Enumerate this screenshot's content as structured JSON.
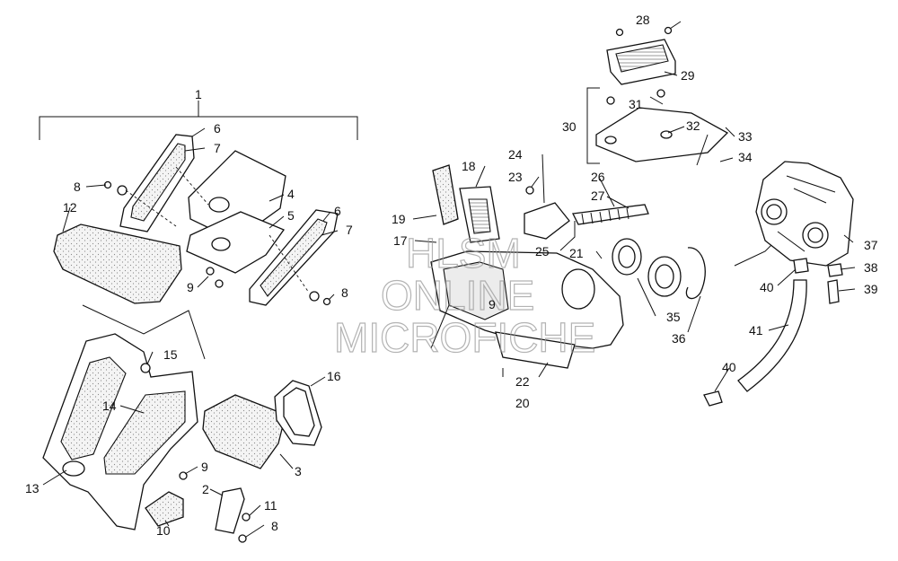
{
  "watermark": {
    "line1": "HLSM",
    "line2": "ONLINE",
    "line3": "MICROFICHE"
  },
  "callouts": [
    "1",
    "2",
    "3",
    "4",
    "5",
    "6",
    "6",
    "7",
    "7",
    "8",
    "8",
    "8",
    "9",
    "9",
    "9",
    "10",
    "11",
    "12",
    "13",
    "14",
    "15",
    "16",
    "17",
    "18",
    "19",
    "20",
    "21",
    "22",
    "23",
    "24",
    "25",
    "26",
    "27",
    "28",
    "29",
    "30",
    "31",
    "32",
    "33",
    "34",
    "35",
    "36",
    "37",
    "38",
    "39",
    "40",
    "40",
    "41"
  ]
}
